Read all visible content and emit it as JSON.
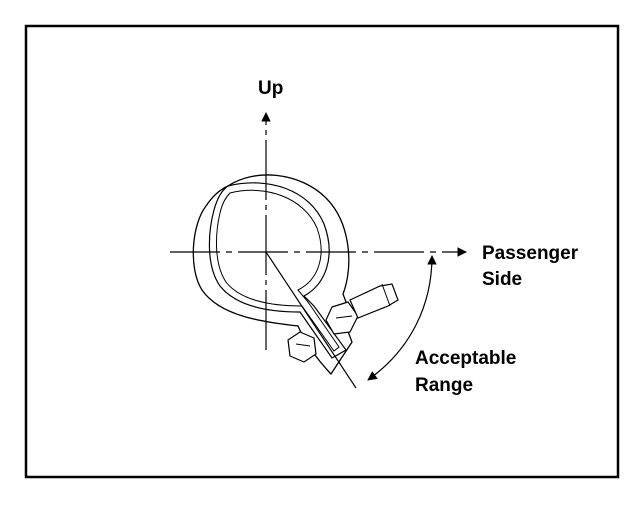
{
  "labels": {
    "up": "Up",
    "passenger_side_line1": "Passenger",
    "passenger_side_line2": "Side",
    "acceptable_range_line1": "Acceptable",
    "acceptable_range_line2": "Range"
  },
  "colors": {
    "ink": "#000000",
    "background": "#ffffff"
  }
}
